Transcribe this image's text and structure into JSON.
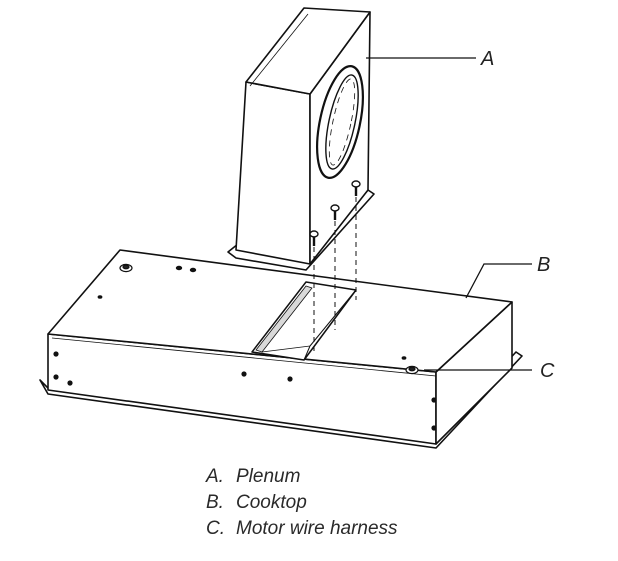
{
  "callouts": [
    {
      "letter": "A",
      "label": "Plenum"
    },
    {
      "letter": "B",
      "label": "Cooktop"
    },
    {
      "letter": "C",
      "label": "Motor wire harness"
    }
  ],
  "legend": [
    {
      "key": "A.",
      "text": "Plenum"
    },
    {
      "key": "B.",
      "text": "Cooktop"
    },
    {
      "key": "C.",
      "text": "Motor wire harness"
    }
  ]
}
